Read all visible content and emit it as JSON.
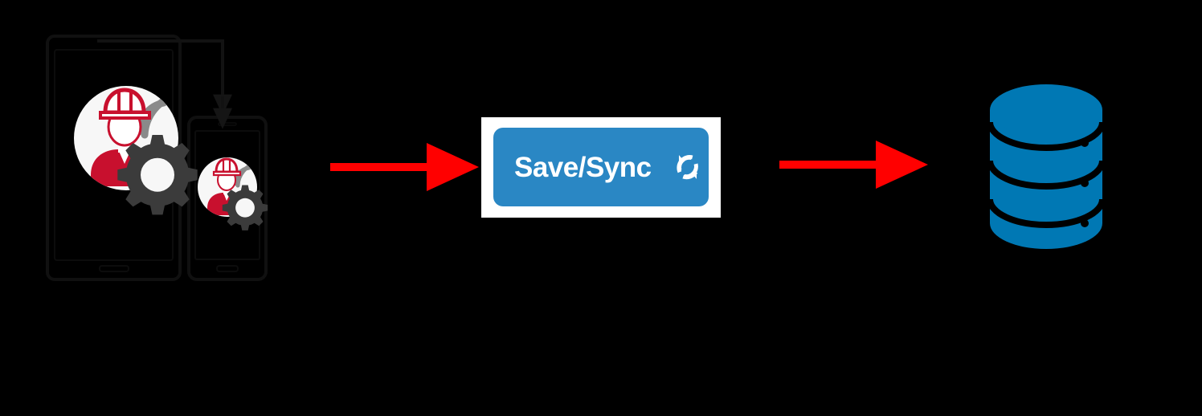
{
  "diagram": {
    "title": "Save/Sync Data Flow",
    "background_color": "#000000",
    "nodes": [
      {
        "id": "field-devices",
        "name": "Field Devices",
        "type": "device-group",
        "devices": [
          {
            "id": "tablet",
            "name": "Tablet",
            "outline_color": "#0d0d0d",
            "icon": "field-worker-wifi-gear-icon"
          },
          {
            "id": "phone",
            "name": "Smartphone",
            "outline_color": "#0d0d0d",
            "icon": "field-worker-wifi-gear-icon"
          }
        ],
        "icon_colors": {
          "circle": "#f7f7f7",
          "helmet": "#c8102e",
          "shirt": "#c8102e",
          "signal": "#8a8a8a",
          "gear": "#3b3b3b",
          "face": "#ffffff"
        }
      },
      {
        "id": "save-sync",
        "name": "Save/Sync Button",
        "type": "action-button",
        "label": "Save/Sync",
        "icon": "sync-refresh-icon",
        "button_color": "#2a87c4",
        "label_color": "#ffffff",
        "frame_color": "#ffffff"
      },
      {
        "id": "database",
        "name": "Database",
        "type": "datastore",
        "icon": "database-cylinder-icon",
        "color": "#0078b4",
        "layers": 3,
        "indicator_dots": 3
      }
    ],
    "connectors": [
      {
        "id": "arrow-devices-to-sync",
        "name": "Arrow Devices To Save/Sync",
        "from": "field-devices",
        "to": "save-sync",
        "color": "#ff0000",
        "direction": "right"
      },
      {
        "id": "arrow-sync-to-database",
        "name": "Arrow Save/Sync To Database",
        "from": "save-sync",
        "to": "database",
        "color": "#ff0000",
        "direction": "right"
      },
      {
        "id": "arrow-tablet-to-phone",
        "name": "Arrow Tablet To Phone",
        "from": "tablet",
        "to": "phone",
        "color": "#121212",
        "direction": "down"
      }
    ]
  }
}
